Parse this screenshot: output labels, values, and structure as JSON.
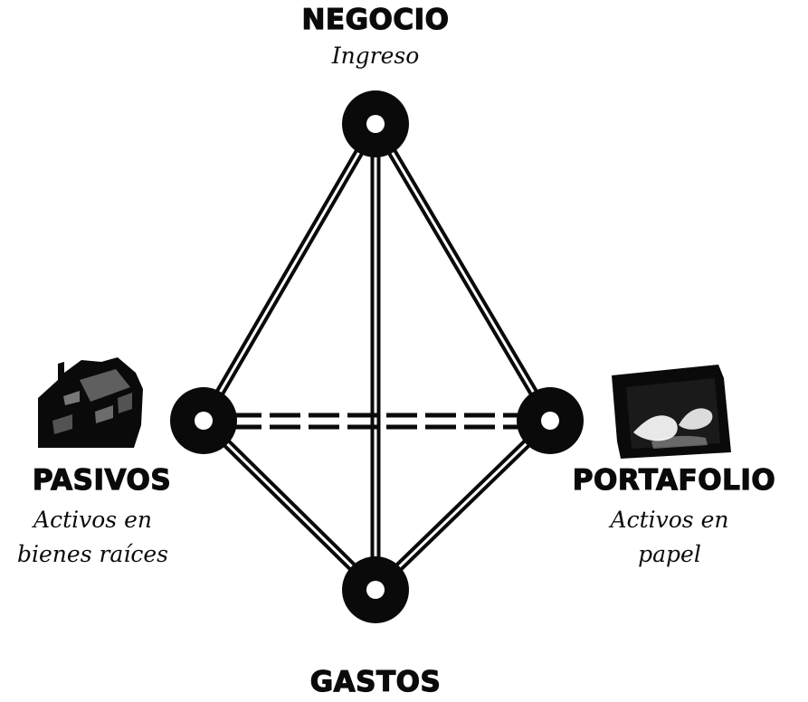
{
  "nodes": {
    "top": {
      "title": "NEGOCIO",
      "subtitle": "Ingreso"
    },
    "left": {
      "title": "PASIVOS",
      "subtitle_line1": "Activos en",
      "subtitle_line2": "bienes raíces"
    },
    "right": {
      "title": "PORTAFOLIO",
      "subtitle_line1": "Activos en",
      "subtitle_line2": "papel"
    },
    "bottom": {
      "title": "GASTOS"
    }
  },
  "icons": {
    "left": "house-icon",
    "right": "paper-assets-icon"
  },
  "colors": {
    "ink": "#0a0a0a",
    "background": "#ffffff"
  }
}
